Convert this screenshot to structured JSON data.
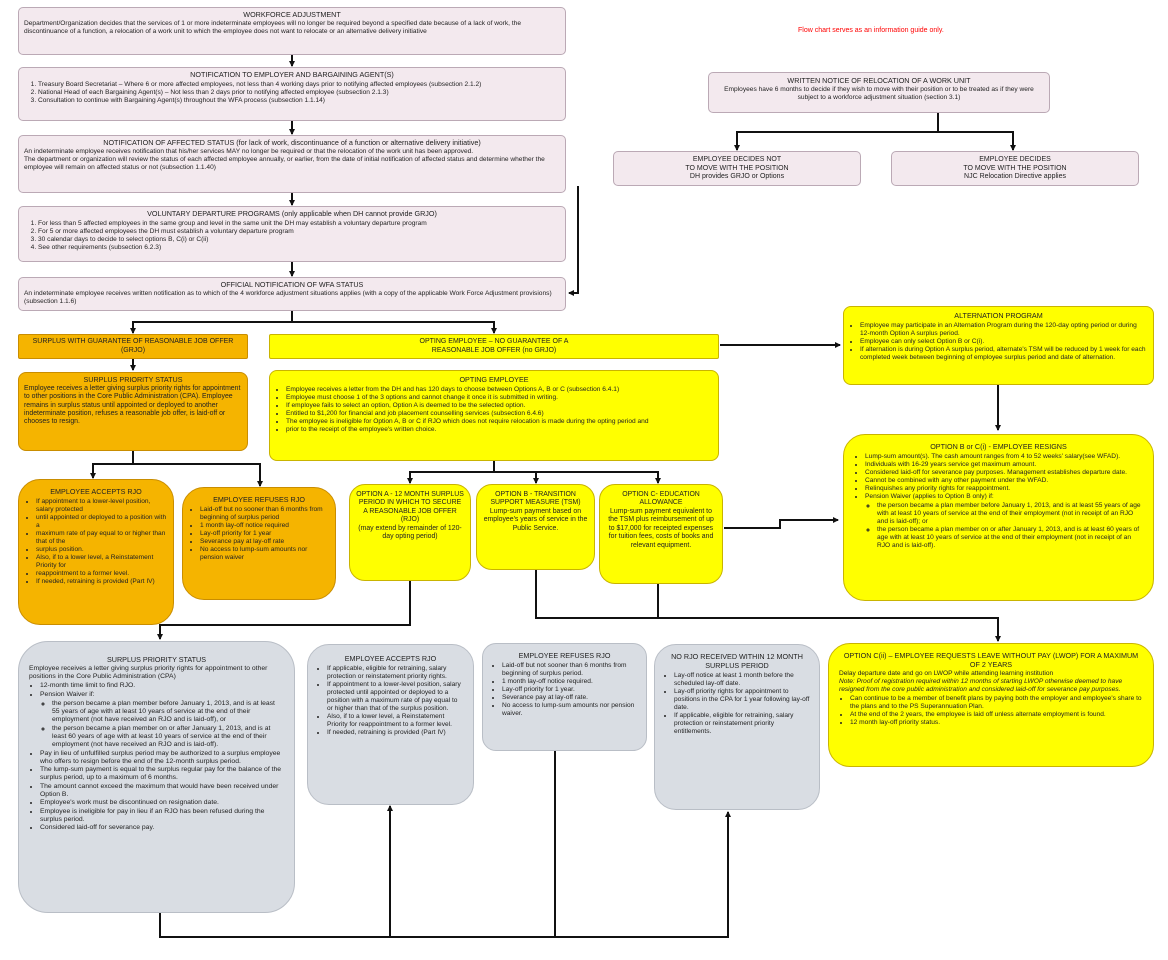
{
  "info_note": "Flow chart serves as an information guide only.",
  "workforce_adjustment": {
    "title": "WORKFORCE ADJUSTMENT",
    "text": "Department/Organization decides that the services of 1 or more indeterminate employees will no longer be required beyond a specified date because of a lack of work, the discontinuance of a function, a relocation of a work unit to which the employee does not want to relocate or an alternative delivery initiative"
  },
  "notification_employer": {
    "title": "NOTIFICATION TO EMPLOYER AND BARGAINING AGENT(S)",
    "items": [
      "Treasury Board Secretariat – Where 6 or more affected employees, not less than 4 working days prior to notifying affected employees (subsection 2.1.2)",
      "National Head of each Bargaining Agent(s) – Not less than 2 days prior to notifying affected employee (subsection 2.1.3)",
      "Consultation to continue with Bargaining Agent(s) throughout the WFA process (subsection 1.1.14)"
    ]
  },
  "notification_affected": {
    "title": "NOTIFICATION OF AFFECTED STATUS (for lack of work, discontinuance of a function or alternative delivery initiative)",
    "p1": "An indeterminate employee receives notification that his/her services MAY no longer be required or that the relocation of the work unit has been approved.",
    "p2": "The department or organization will review the status of each affected employee annually, or earlier, from the date of initial notification of affected status and determine whether the employee will remain on affected status or not (subsection 1.1.40)"
  },
  "voluntary_departure": {
    "title": "VOLUNTARY DEPARTURE PROGRAMS (only applicable when DH cannot provide GRJO)",
    "items": [
      "For less than 5 affected employees in the same group and level in the same unit the DH may establish a voluntary departure program",
      "For 5 or more affected employees the DH must establish a voluntary departure program",
      "30 calendar days to decide to select options B, C(i) or C(ii)",
      "See other requirements (subsection 6.2.3)"
    ]
  },
  "official_notification": {
    "title": "OFFICIAL NOTIFICATION OF WFA STATUS",
    "text": "An indeterminate employee receives written notification as to which of the 4 workforce adjustment situations applies (with a copy of the applicable Work Force Adjustment provisions) (subsection 1.1.6)"
  },
  "relocation_notice": {
    "title": "WRITTEN NOTICE OF RELOCATION OF A WORK UNIT",
    "text": "Employees have 6 months to decide if they wish to move with their position or to be treated as if they were subject to a  workforce adjustment situation (section 3.1)"
  },
  "decides_not_move": {
    "l1": "EMPLOYEE DECIDES NOT",
    "l2": "TO MOVE WITH THE POSITION",
    "l3": "DH provides GRJO or Options"
  },
  "decides_move": {
    "l1": "EMPLOYEE DECIDES",
    "l2": "TO MOVE WITH THE POSITION",
    "l3": "NJC Relocation Directive applies"
  },
  "surplus_grjo": {
    "text": "SURPLUS WITH GUARANTEE OF REASONABLE JOB OFFER (GRJO)"
  },
  "opting_no_grjo": {
    "l1": "OPTING EMPLOYEE – NO GUARANTEE OF A",
    "l2": "REASONABLE JOB OFFER (no GRJO)"
  },
  "alternation": {
    "title": "ALTERNATION PROGRAM",
    "items": [
      "Employee may participate in an Alternation Program during the 120-day opting period or during 12-month Option A surplus period.",
      "Employee can only select Option B or C(i).",
      "If alternation is during Option A surplus period, alternate's TSM will be reduced by 1 week for each completed week between beginning of employee surplus period and date of alternation."
    ]
  },
  "surplus_priority_orange": {
    "title": "SURPLUS PRIORITY STATUS",
    "text": "Employee receives a letter giving surplus priority rights for appointment to other positions in the Core Public Administration (CPA). Employee remains in surplus status until appointed or deployed to another indeterminate position, refuses a reasonable job offer, is laid-off or chooses to resign."
  },
  "opting_employee": {
    "title": "OPTING EMPLOYEE",
    "items": [
      "Employee receives a letter from the DH and has 120 days to choose between Options A, B or C (subsection 6.4.1)",
      "Employee must choose 1 of the 3 options and cannot change it once it is submitted in writing.",
      "If employee fails to select an option, Option A is deemed to be the selected option.",
      "Entitled to $1,200 for financial and job placement counselling services (subsection 6.4.6)",
      "The employee is ineligible for Option A, B or C if RJO which does not require relocation is made during the opting period and",
      "prior to the receipt of the employee's written choice."
    ]
  },
  "option_b_ci": {
    "title": "OPTION B or C(i) - EMPLOYEE RESIGNS",
    "items": [
      "Lump-sum amount(s). The cash amount ranges from 4 to 52 weeks' salary(see WFAD).",
      "Individuals with 16-29 years service get maximum amount.",
      "Considered laid-off for severance pay purposes. Management establishes departure date.",
      "Cannot be combined with any other payment under the WFAD.",
      "Relinquishes any priority rights for reappointment.",
      "Pension Waiver (applies to Option B only) if:"
    ],
    "sub": [
      "the person became a plan member before January 1, 2013, and is at least 55 years of age with at least 10 years of service at the end of their employment (not in receipt of an RJO and is laid-off); or",
      "the person became a plan member on or after January 1, 2013, and is at least 60 years of age with at least 10 years of service at the end of their employment (not in receipt of an RJO and is laid-off)."
    ]
  },
  "accepts_rjo_orange": {
    "title": "EMPLOYEE ACCEPTS RJO",
    "items": [
      "If appointment to a lower-level position, salary protected",
      "until appointed or deployed to a position with a",
      "maximum rate of pay equal to or higher than that of the",
      "surplus position.",
      "Also, if to a lower level, a Reinstatement Priority for",
      "reappointment to a former level.",
      "If needed, retraining is provided (Part IV)"
    ]
  },
  "refuses_rjo_orange": {
    "title": "EMPLOYEE REFUSES RJO",
    "items": [
      "Laid-off but no sooner than 6 months from beginning of surplus period",
      "1 month lay-off notice required",
      "Lay-off priority for 1 year",
      "Severance pay at lay-off rate",
      "No access to lump-sum amounts nor pension waiver"
    ]
  },
  "option_a": {
    "l1": "OPTION A - 12 MONTH SURPLUS PERIOD IN WHICH TO SECURE A REASONABLE JOB OFFER (RJO)",
    "l2": "(may extend by remainder of 120-day opting period)"
  },
  "option_b": {
    "l1": "OPTION B - TRANSITION SUPPORT MEASURE (TSM)",
    "l2": "Lump-sum payment based on employee's years of service in the Public Service."
  },
  "option_c": {
    "l1": "OPTION C- EDUCATION ALLOWANCE",
    "l2": "Lump-sum payment equivalent to the TSM plus reimbursement of up to $17,000 for receipted expenses for tuition fees, costs of books and relevant equipment."
  },
  "surplus_priority_grey": {
    "title": "SURPLUS PRIORITY STATUS",
    "text": "Employee receives a letter giving surplus priority rights for appointment to other positions in the Core Public Administration (CPA)",
    "items_a": [
      "12-month time limit to find RJO.",
      "Pension Waiver if:"
    ],
    "sub": [
      "the person became a plan member before January 1, 2013, and is at least 55 years of age with at least 10 years of service at the end of their employment (not have received an RJO and is laid-off), or",
      "the person became a plan member on or after January 1, 2013, and is at least 60 years of age with at least 10 years of service at the end of their employment (not have received an RJO and is laid-off)."
    ],
    "items_b": [
      "Pay in lieu of unfulfilled surplus period may be authorized to a surplus employee who offers to resign before the end of the 12-month surplus period.",
      "The lump-sum payment is equal to the surplus regular pay for the balance of the surplus period, up to a maximum of 6 months.",
      "The amount cannot exceed the maximum that would have been received under Option B.",
      "Employee's work must be discontinued on resignation date.",
      "Employee is ineligible for pay in lieu if an RJO has been refused during the surplus period.",
      "Considered laid-off for severance pay."
    ]
  },
  "accepts_rjo_grey": {
    "title": "EMPLOYEE ACCEPTS RJO",
    "items": [
      "If applicable, eligible for retraining, salary protection or reinstatement priority rights.",
      "If appointment to a lower-level position, salary protected until appointed or deployed to a position with a maximum rate of pay equal to or higher than that of the surplus position.",
      "Also, if to a lower level, a Reinstatement Priority for reappointment to a former level.",
      "If needed, retraining is provided (Part IV)"
    ]
  },
  "refuses_rjo_grey": {
    "title": "EMPLOYEE REFUSES RJO",
    "items": [
      "Laid-off but not sooner than 6 months from beginning of surplus period.",
      "1 month lay-off notice required.",
      "Lay-off priority for 1 year.",
      "Severance pay at lay-off rate.",
      "No access to lump-sum amounts nor pension waiver."
    ]
  },
  "no_rjo": {
    "title": "NO RJO RECEIVED WITHIN 12 MONTH SURPLUS PERIOD",
    "items": [
      "Lay-off notice at least 1 month before the scheduled lay-off date.",
      "Lay-off priority rights for appointment to positions in the CPA for 1 year following lay-off date.",
      "If applicable, eligible for retraining, salary protection or reinstatement priority entitlements."
    ]
  },
  "option_cii": {
    "title": "OPTION C(ii) – EMPLOYEE REQUESTS LEAVE WITHOUT PAY (LWOP) FOR A MAXIMUM OF 2 YEARS",
    "p1": "Delay departure date and go on LWOP while attending learning institution",
    "note": "Note: Proof of registration required within 12 months of starting LWOP otherwise deemed to have resigned from the core public administration and considered laid-off for severance pay purposes.",
    "items": [
      "Can continue to be a member of benefit plans by paying both the employer and employee's share to the plans and to the PS Superannuation Plan.",
      "At the end of the 2 years, the employee is laid off unless alternate employment is found.",
      "12 month lay-off priority status."
    ]
  }
}
